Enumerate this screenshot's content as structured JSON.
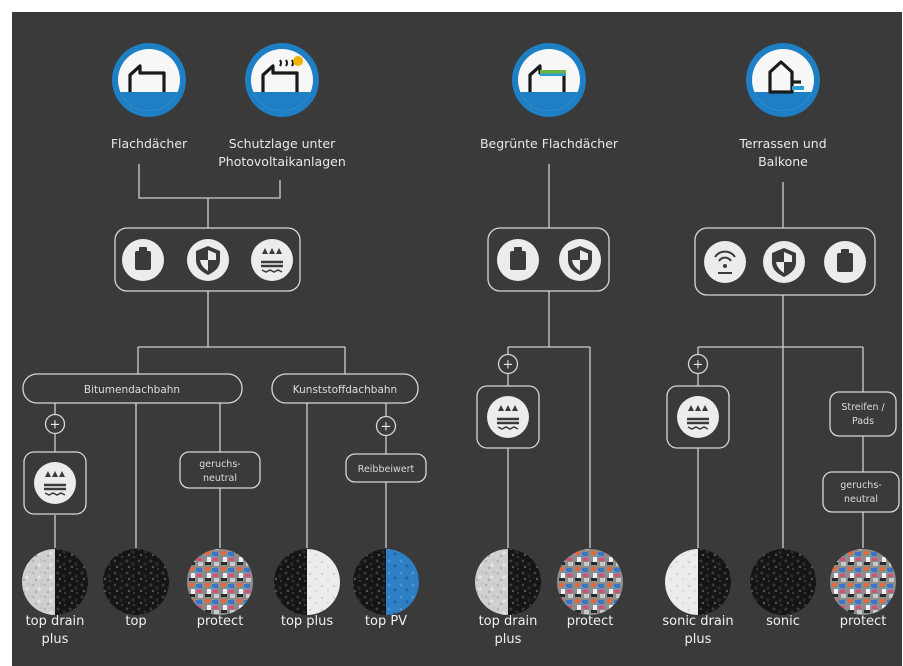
{
  "applications": [
    {
      "id": "flachdaecher",
      "label_lines": [
        "Flachdächer"
      ]
    },
    {
      "id": "pv",
      "label_lines": [
        "Schutzlage unter",
        "Photovoltaikanlagen"
      ]
    },
    {
      "id": "begruent",
      "label_lines": [
        "Begrünte Flachdächer"
      ]
    },
    {
      "id": "terrassen",
      "label_lines": [
        "Terrassen und",
        "Balkone"
      ]
    }
  ],
  "categories": {
    "bitumen": "Bitumendachbahn",
    "kunststoff": "Kunststoffdachbahn"
  },
  "notes": {
    "geruch_lines": [
      "geruchs-",
      "neutral"
    ],
    "reibbeiwert": "Reibbeiwert",
    "streifen_lines": [
      "Streifen /",
      "Pads"
    ]
  },
  "plus_symbol": "+",
  "products": [
    {
      "id": "top-drain-plus-1",
      "label_lines": [
        "top drain",
        "plus"
      ],
      "texture": "split-grey-black"
    },
    {
      "id": "top",
      "label_lines": [
        "top"
      ],
      "texture": "black"
    },
    {
      "id": "protect-1",
      "label_lines": [
        "protect"
      ],
      "texture": "multicolor"
    },
    {
      "id": "top-plus",
      "label_lines": [
        "top plus"
      ],
      "texture": "split-black-white"
    },
    {
      "id": "top-pv",
      "label_lines": [
        "top PV"
      ],
      "texture": "split-black-blue"
    },
    {
      "id": "top-drain-plus-2",
      "label_lines": [
        "top drain",
        "plus"
      ],
      "texture": "split-grey-black"
    },
    {
      "id": "protect-2",
      "label_lines": [
        "protect"
      ],
      "texture": "multicolor"
    },
    {
      "id": "sonic-drain-plus",
      "label_lines": [
        "sonic drain",
        "plus"
      ],
      "texture": "split-white-black"
    },
    {
      "id": "sonic",
      "label_lines": [
        "sonic"
      ],
      "texture": "black"
    },
    {
      "id": "protect-3",
      "label_lines": [
        "protect"
      ],
      "texture": "multicolor"
    }
  ],
  "property_icons": [
    "weight-icon",
    "shield-icon",
    "drainage-icon",
    "sound-icon"
  ],
  "colors": {
    "background": "#3a3a3a",
    "accent_blue": "#1f7fc4",
    "line": "#cfcfcf",
    "icon_fill": "#ececec"
  }
}
